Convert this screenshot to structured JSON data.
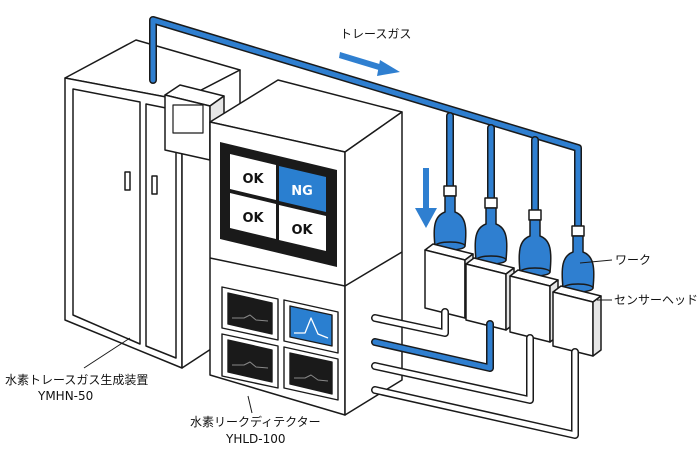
{
  "labels": {
    "trace_gas": "トレースガス",
    "work": "ワーク",
    "sensor_head": "センサーヘッド",
    "generator_name": "水素トレースガス生成装置",
    "generator_model": "YMHN-50",
    "detector_name": "水素リークディテクター",
    "detector_model": "YHLD-100"
  },
  "screen": {
    "cell_tl": "OK",
    "cell_tr": "NG",
    "cell_bl": "OK",
    "cell_br": "OK"
  },
  "colors": {
    "pipe_blue": "#2f7fd0",
    "ng_cell": "#2a7fd0",
    "line": "#1a1a1a"
  }
}
